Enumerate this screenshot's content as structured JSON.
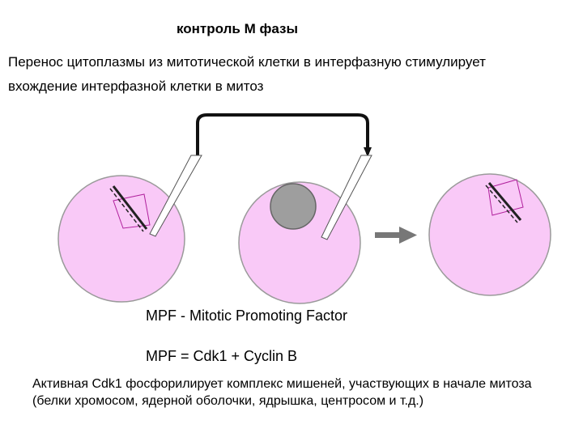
{
  "title": "контроль М фазы",
  "intro": {
    "line1": "Перенос цитоплазмы из митотической клетки в интерфазную стимулирует",
    "line2": "вхождение интерфазной клетки в митоз"
  },
  "mpf": {
    "definition": "MPF  -  Mitotic Promoting Factor",
    "formula": "MPF = Cdk1 + Cyclin B"
  },
  "note": "Активная Cdk1 фосфорилирует комплекс мишеней, участвующих в начале митоза (белки хромосом, ядерной оболочки, ядрышка, центросом и т.д.)",
  "colors": {
    "cell_fill": "#f9c9f7",
    "cell_stroke": "#9a9a9a",
    "nucleus_fill": "#9e9e9e",
    "spindle": "#b0209c",
    "arrow": "#777777"
  },
  "icons": {
    "transfer_tube": "bent-pipe",
    "result_arrow": "right-arrow-icon"
  }
}
